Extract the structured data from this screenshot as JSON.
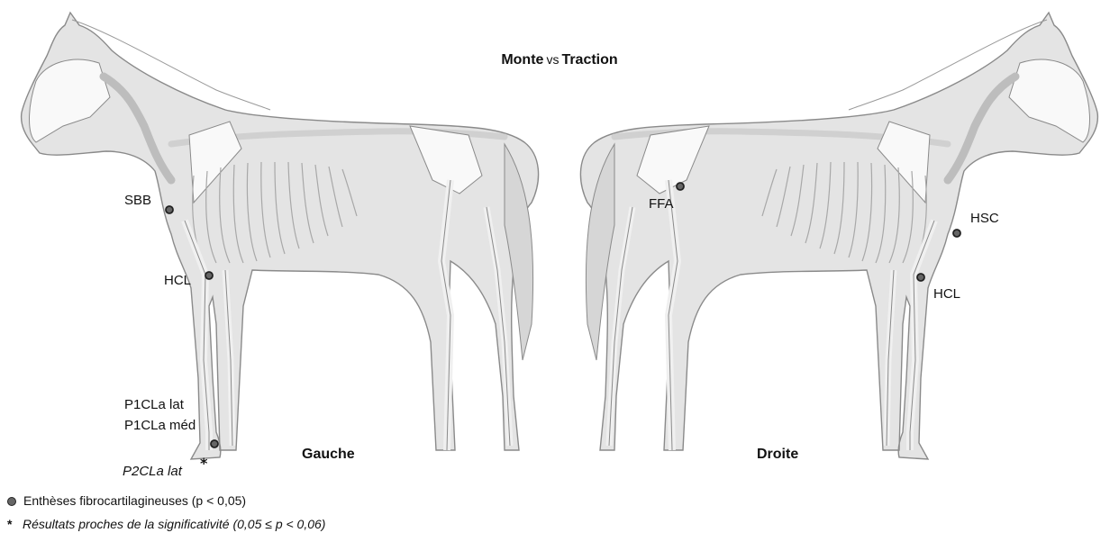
{
  "title": {
    "part1": "Monte",
    "vs": "vs",
    "part2": "Traction"
  },
  "sides": {
    "left": "Gauche",
    "right": "Droite"
  },
  "left_labels": {
    "sbb": "SBB",
    "hcl": "HCL",
    "p1cla_lat": "P1CLa lat",
    "p1cla_med": "P1CLa méd",
    "p2cla_lat": "P2CLa lat"
  },
  "right_labels": {
    "ffa": "FFA",
    "hsc": "HSC",
    "hcl": "HCL"
  },
  "legend": {
    "significant": "Enthèses fibrocartilagineuses (p < 0,05)",
    "near": "Résultats proches de la significativité (0,05 ≤ p < 0,06)"
  },
  "colors": {
    "body": "#e4e4e4",
    "outline": "#8a8a8a",
    "bone": "#f9f9f9",
    "marker": "#666666",
    "eye": "#7a7a7a"
  },
  "icons": {
    "significant": "filled-circle-icon",
    "near": "asterisk-icon"
  }
}
